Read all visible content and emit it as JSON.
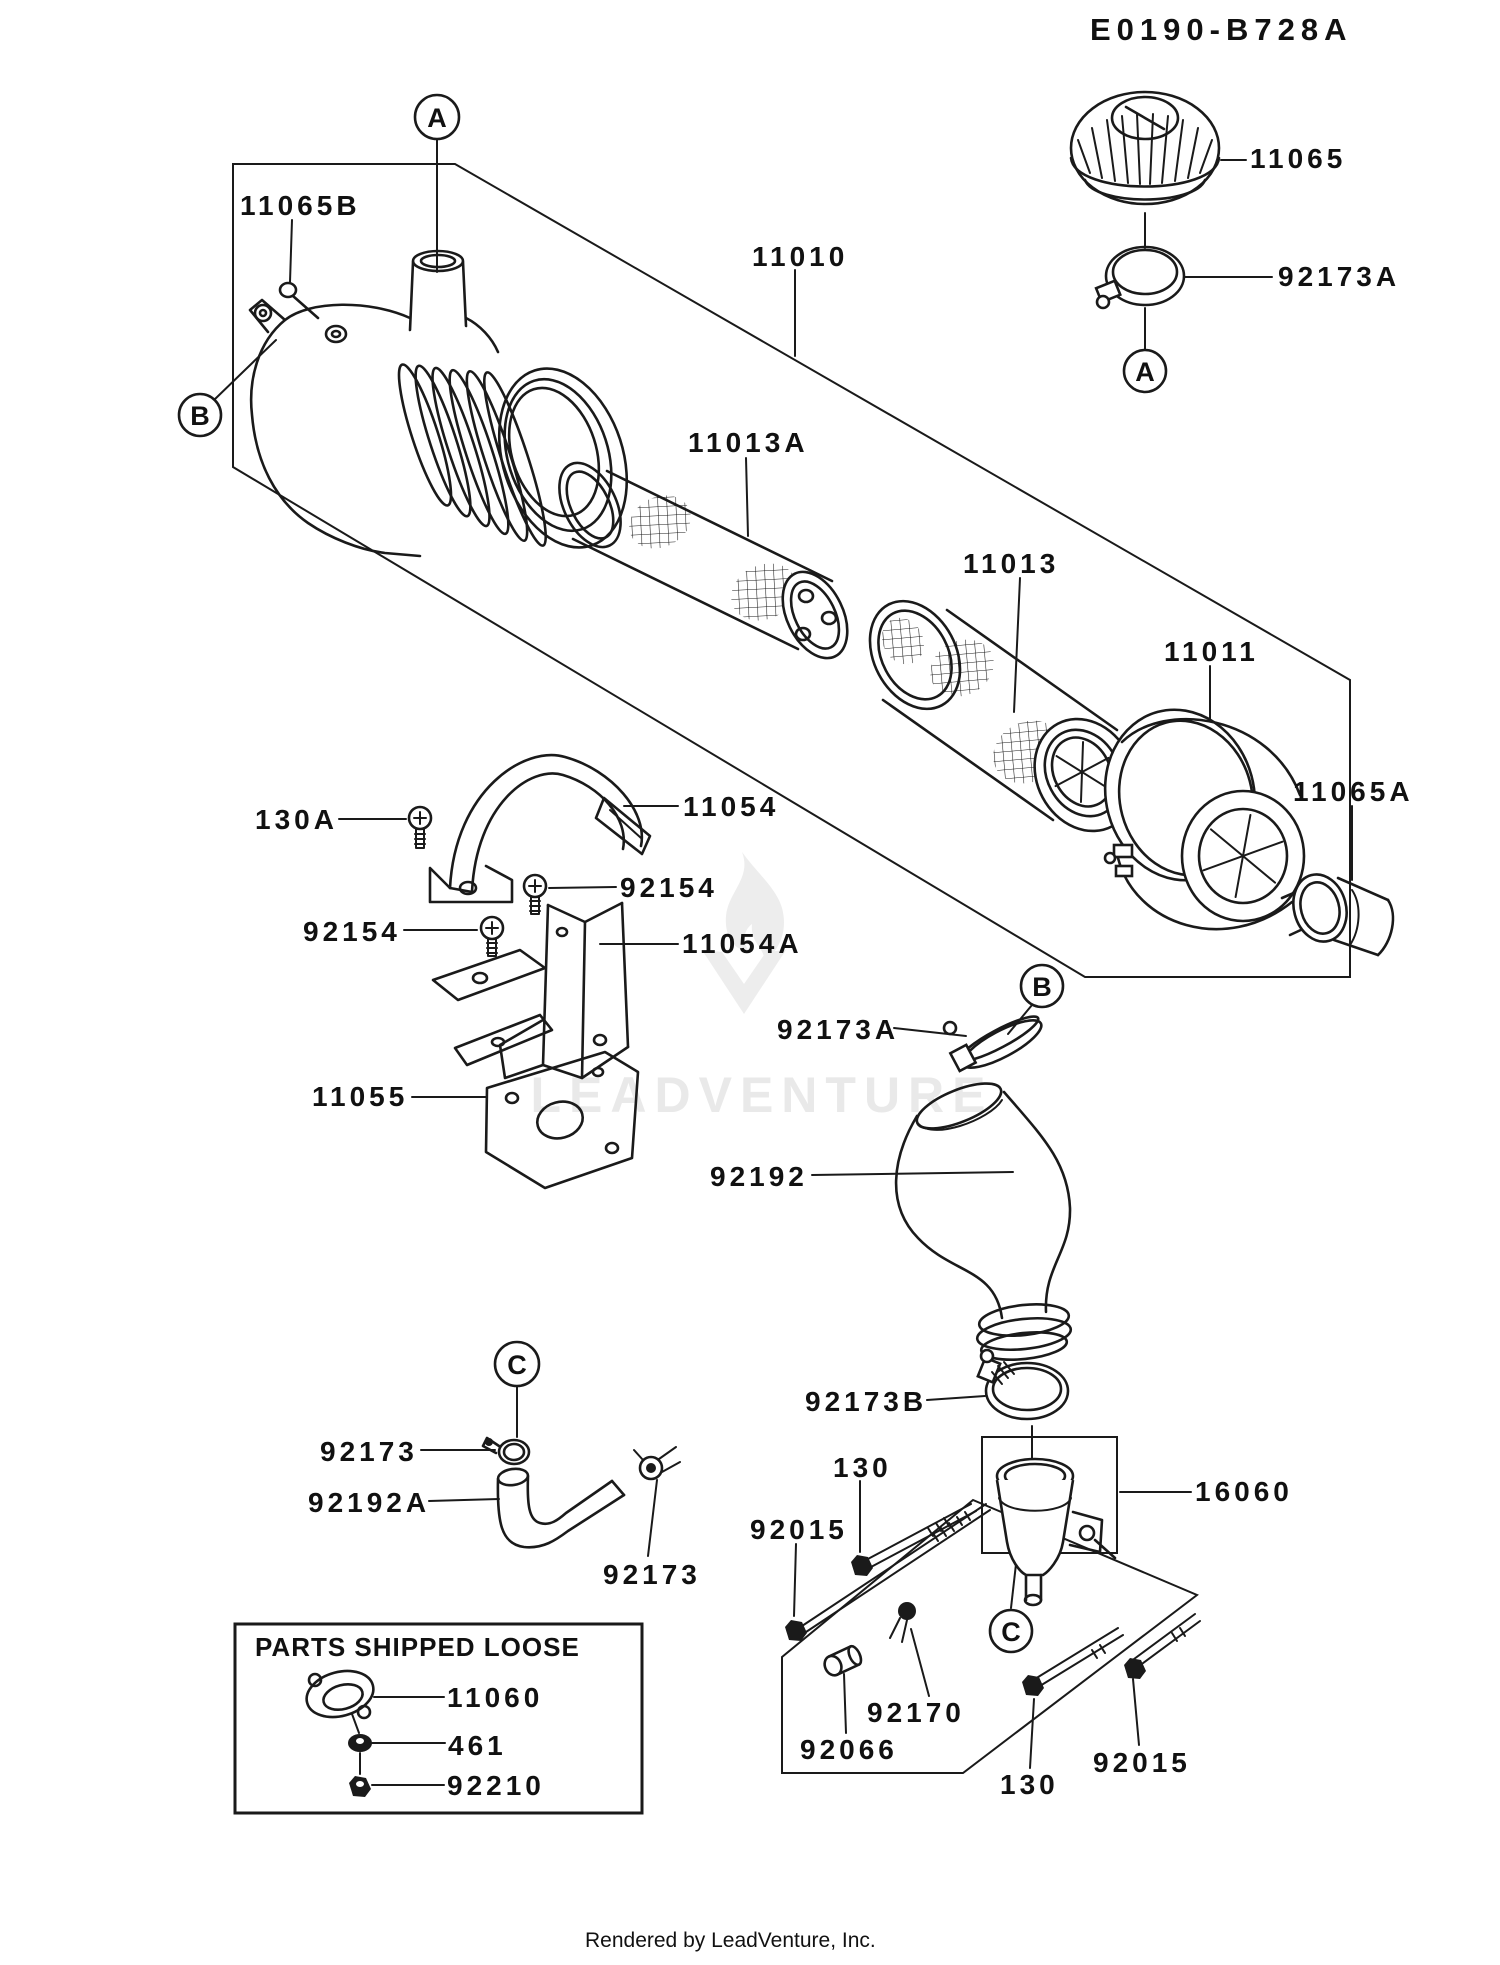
{
  "page": {
    "diagram_code": "E0190-B728A",
    "footer_text": "Rendered by LeadVenture, Inc.",
    "watermark_text": "LEADVENTURE",
    "line_color": "#1a1a1a",
    "watermark_color": "#e9e9e9"
  },
  "ref_bubbles": {
    "a": "A",
    "b": "B",
    "c": "C"
  },
  "callouts": {
    "p11065": "11065",
    "p92173a": "92173A",
    "p11065b": "11065B",
    "p11010": "11010",
    "p11013a": "11013A",
    "p11013": "11013",
    "p11011": "11011",
    "p11065a": "11065A",
    "p130a": "130A",
    "p11054": "11054",
    "p92154": "92154",
    "p11054a": "11054A",
    "p11055": "11055",
    "p92192": "92192",
    "p92173b": "92173B",
    "p92173": "92173",
    "p92192a": "92192A",
    "p16060": "16060",
    "p130": "130",
    "p92015": "92015",
    "p92170": "92170",
    "p92066": "92066"
  },
  "parts_shipped_loose": {
    "title": "PARTS SHIPPED LOOSE",
    "items": [
      "11060",
      "461",
      "92210"
    ]
  }
}
